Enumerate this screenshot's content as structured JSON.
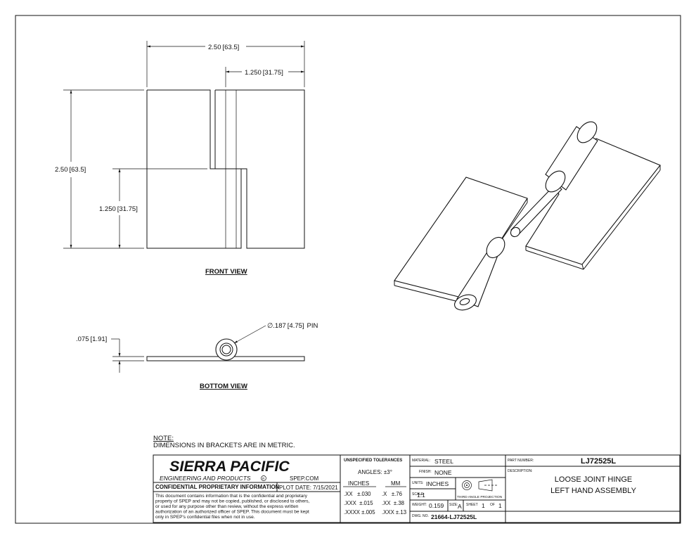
{
  "views": {
    "front_title": "FRONT VIEW",
    "bottom_title": "BOTTOM VIEW",
    "dim_width": "2.50",
    "dim_width_mm": "63.5",
    "dim_half_width": "1.250",
    "dim_half_width_mm": "31.75",
    "dim_height": "2.50",
    "dim_height_mm": "63.5",
    "dim_half_height": "1.250",
    "dim_half_height_mm": "31.75",
    "dim_thickness": ".075",
    "dim_thickness_mm": "1.91",
    "pin_prefix": "∅.187",
    "pin_mm": "4.75",
    "pin_suffix": "PIN"
  },
  "note": {
    "title": "NOTE:",
    "text": "DIMENSIONS IN BRACKETS ARE IN METRIC."
  },
  "title_block": {
    "company": "SIERRA PACIFIC",
    "company_sub": "ENGINEERING AND PRODUCTS",
    "registered": "R",
    "website": "SPEP.COM",
    "confidential_heading": "CONFIDENTIAL PROPRIETARY INFORMATION",
    "plot_date": "PLOT DATE: 7/15/2021",
    "confidential_lines": [
      "This document contains information that is the confidential and proprietary",
      "property of SPEP and may not be copied, published, or disclosed to others,",
      "or used for any purpose  other than review, without the express written",
      "authorization of an authorized officer of SPEP. This document must be kept",
      "only in SPEP's confidential files when not in use."
    ],
    "tolerances_heading": "UNSPECIFIED TOLERANCES",
    "angles": "ANGLES: ±3°",
    "inches_header": "INCHES",
    "mm_header": "MM",
    "tol_inches": [
      ".XX   ±.030",
      ".XXX  ±.015",
      ".XXXX ±.005"
    ],
    "tol_mm": [
      ".X   ±.76",
      ".XX  ±.38",
      ".XXX ±.13"
    ],
    "material_label": "MATERIAL:",
    "material": "STEEL",
    "finish_label": "FINISH:",
    "finish": "NONE",
    "units_label": "UNITS:",
    "units": "INCHES",
    "projection": "THIRD ANGLE PROJECTION",
    "scale_label": "SCALE:",
    "scale": "1:1",
    "weight_label": "WEIGHT:",
    "weight": "0.159",
    "size_label": "SIZE:",
    "size": "A",
    "sheet_label": "SHEET",
    "sheet": "1",
    "of_label": "OF",
    "sheets": "1",
    "dwg_label": "DWG. NO.",
    "dwg_no": "21664-LJ72525L",
    "part_label": "PART NUMBER:",
    "part_number": "LJ72525L",
    "desc_label": "DESCRIPTION:",
    "description_lines": [
      "LOOSE JOINT HINGE",
      "LEFT HAND ASSEMBLY"
    ]
  }
}
